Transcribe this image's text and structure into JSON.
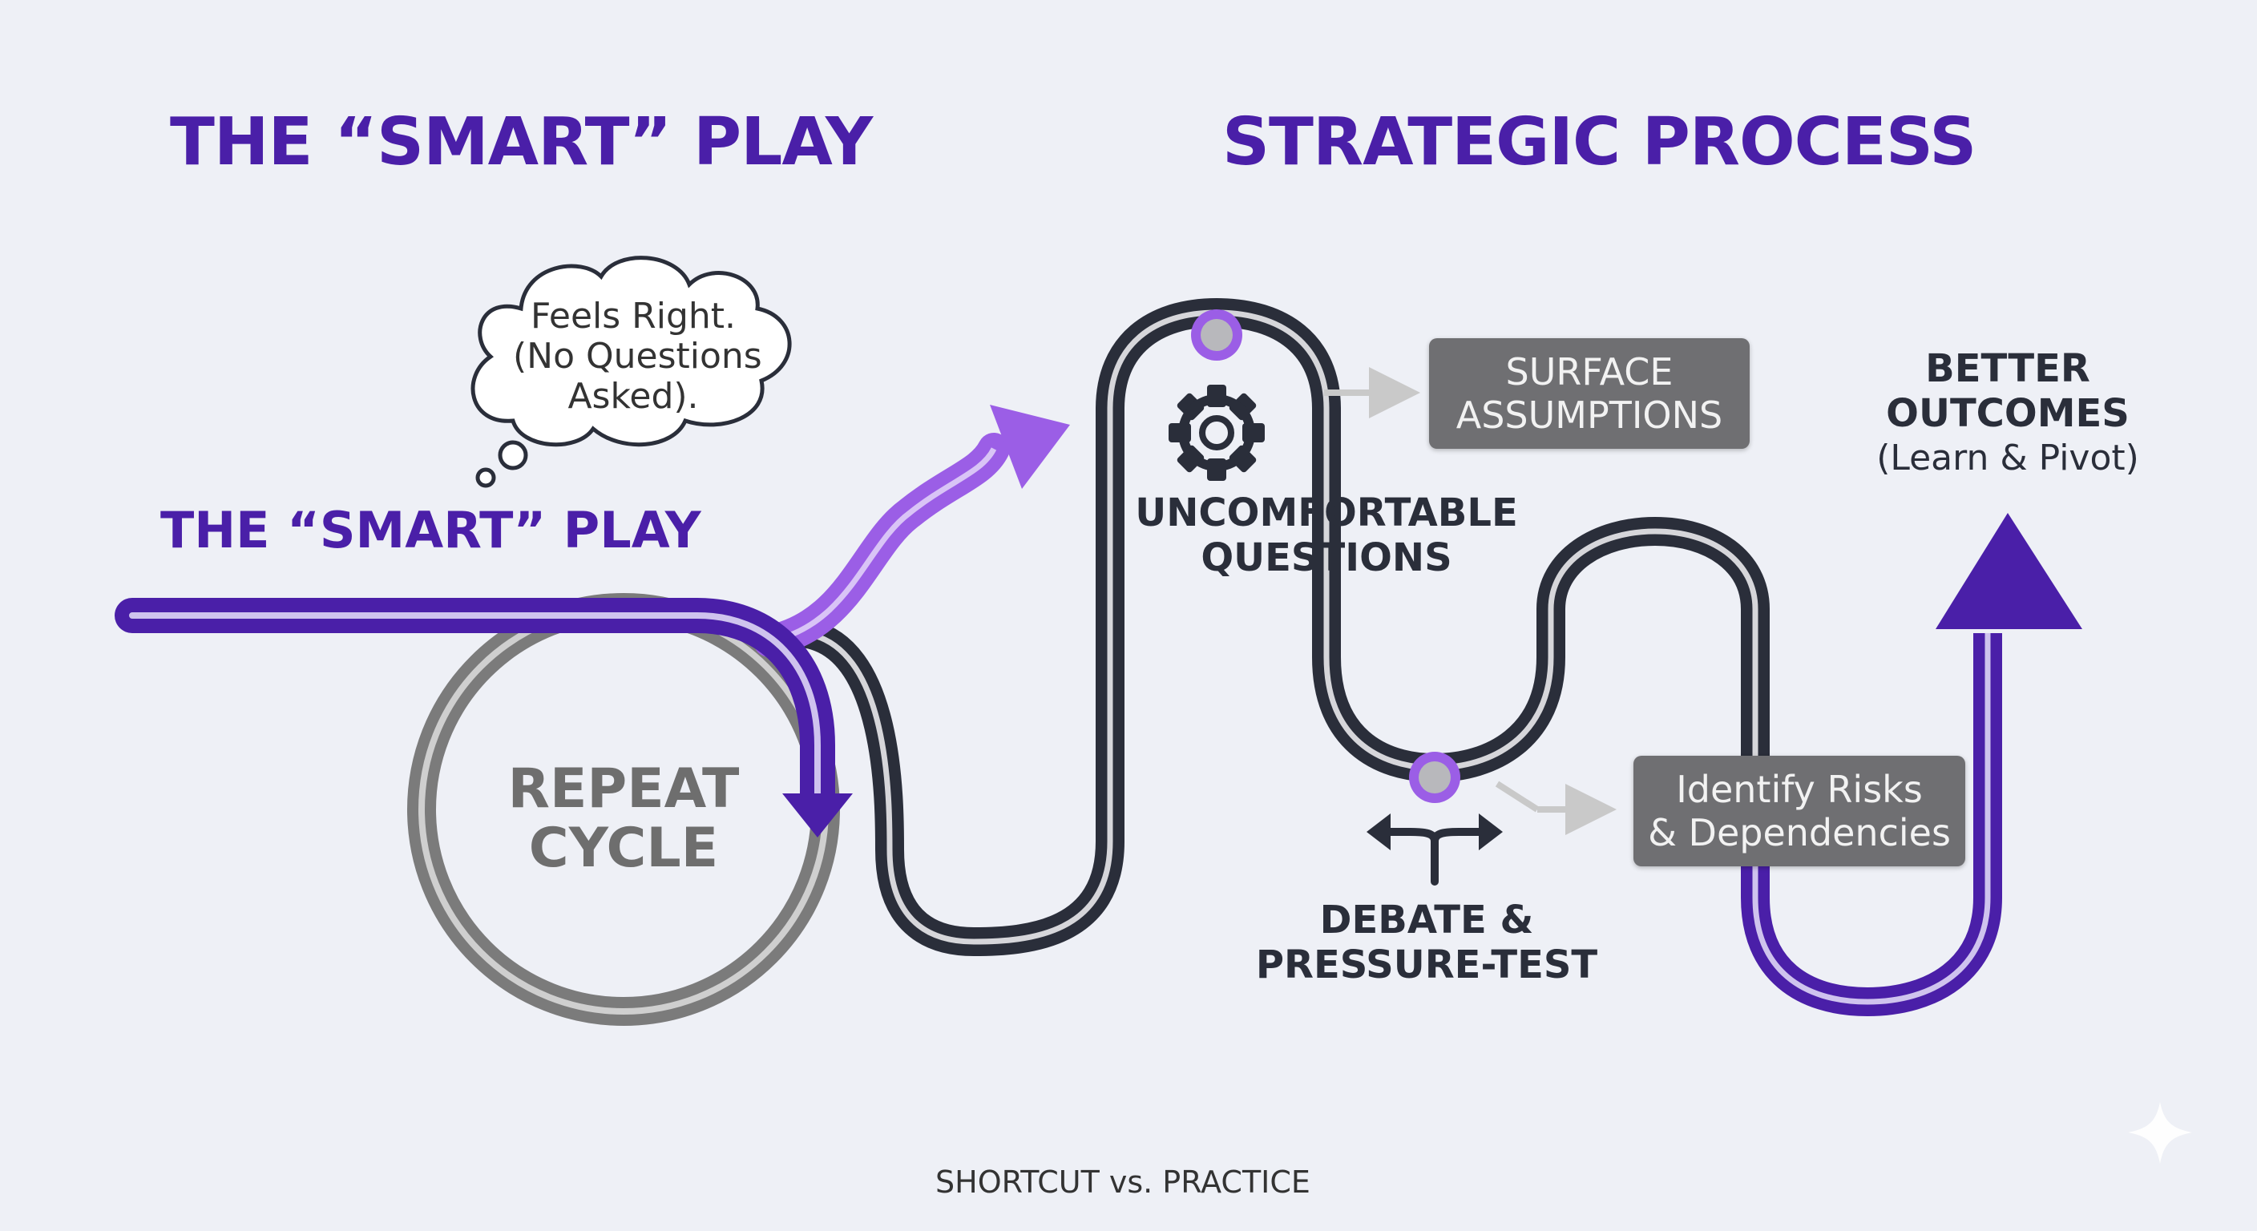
{
  "titles": {
    "left": "THE “SMART” PLAY",
    "right": "STRATEGIC PROCESS"
  },
  "path_label": "THE “SMART” PLAY",
  "thought": {
    "line1": "Feels Right.",
    "line2": "(No Questions",
    "line3": "Asked)."
  },
  "loop": {
    "line1": "REPEAT",
    "line2": "CYCLE"
  },
  "steps": {
    "questions": {
      "line1": "UNCOMFORTABLE",
      "line2": "QUESTIONS",
      "icon": "gear-icon"
    },
    "debate": {
      "line1": "DEBATE &",
      "line2": "PRESSURE-TEST",
      "icon": "fork-arrows-icon"
    }
  },
  "boxes": {
    "surface": {
      "line1": "SURFACE",
      "line2": "ASSUMPTIONS"
    },
    "risks": {
      "line1": "Identify Risks",
      "line2": "& Dependencies"
    }
  },
  "outcome": {
    "line1": "BETTER",
    "line2": "OUTCOMES",
    "line3": "(Learn & Pivot)"
  },
  "footer": "SHORTCUT vs. PRACTICE",
  "colors": {
    "purple": "#4a1fa8",
    "light_purple": "#9b5ee6",
    "dark_track": "#2a2e3a",
    "grey_loop": "#7b7b7b",
    "marker": "#9b5ee6",
    "background": "#eef0f6"
  }
}
